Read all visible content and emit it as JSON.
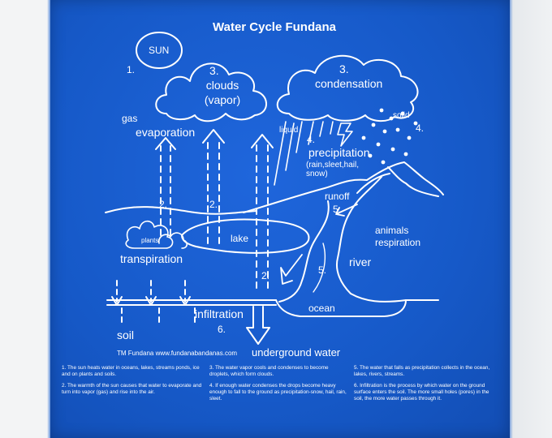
{
  "title": "Water Cycle Fundana",
  "labels": {
    "sun": "SUN",
    "step1": "1.",
    "clouds_num": "3.",
    "clouds": "clouds",
    "vapor": "(vapor)",
    "condensation_num": "3.",
    "condensation": "condensation",
    "gas": "gas",
    "evaporation": "evaporation",
    "liquid": "liquid",
    "solid": "solid",
    "solid_num": "4.",
    "precipitation_num": "4.",
    "precipitation": "precipitation",
    "precipitation_types_1": "(rain,sleet,hail,",
    "precipitation_types_2": "snow)",
    "runoff": "runoff",
    "runoff_num": "5.",
    "arrow2_left": "2.",
    "arrow2_mid": "2.",
    "arrow2_right": "2.",
    "plants": "plants",
    "lake": "lake",
    "animals": "animals",
    "respiration": "respiration",
    "river_num": "5.",
    "river": "river",
    "transpiration": "transpiration",
    "ocean": "ocean",
    "infiltration": "infiltration",
    "infiltration_num": "6.",
    "soil": "soil",
    "underground_water": "underground water",
    "brand": "TM Fundana www.fundanabandanas.com"
  },
  "footnotes": {
    "col1": [
      "1. The sun heats water in oceans, lakes, streams ponds, ice and on plants and soils.",
      "2. The warmth of the sun causes that water to evaporate and turn into vapor (gas) and rise into the air."
    ],
    "col2": [
      "3. The water vapor cools and condenses to become droplets, which form clouds.",
      "4. If enough water condenses the drops become heavy enough to fall to the ground as precipitation-snow, hail, rain, sleet."
    ],
    "col3": [
      "5. The water that falls as precipitation collects in the ocean, lakes, rivers, streams.",
      "6. Infiltration is the process by which water on the ground surface enters the soil. The more small holes (pores) in the soil, the more water passes through it."
    ]
  },
  "colors": {
    "bandana_blue": "#1a5fcf",
    "print_white": "#ffffff",
    "background": "#eef0f2"
  }
}
